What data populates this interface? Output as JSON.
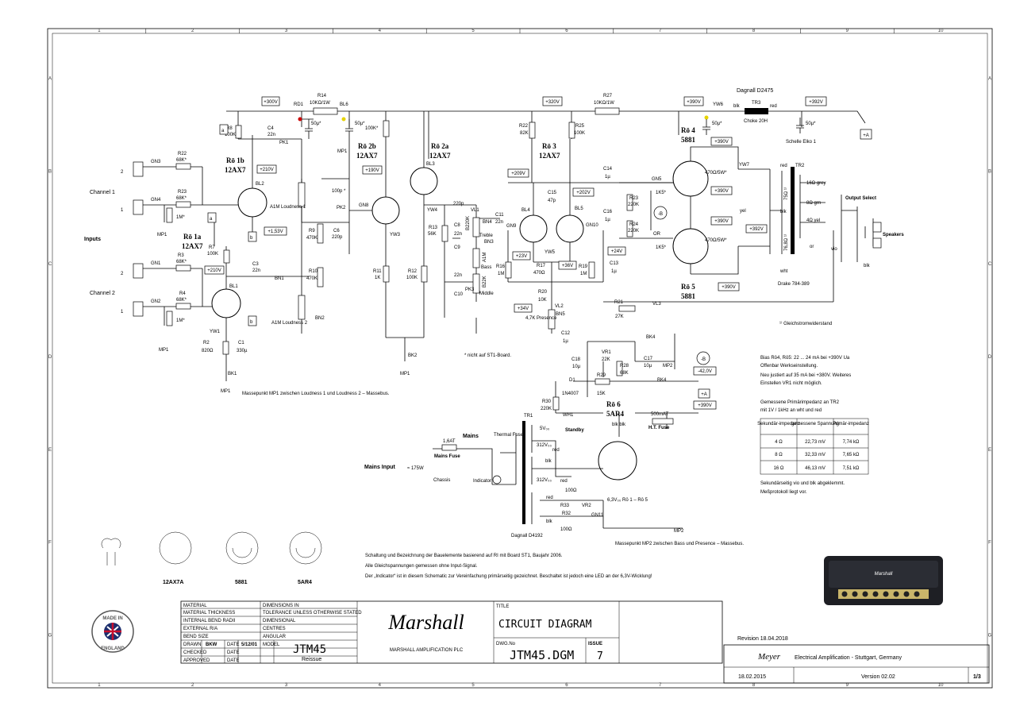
{
  "border": {
    "cols": [
      "1",
      "2",
      "3",
      "4",
      "5",
      "6",
      "7",
      "8",
      "9",
      "10"
    ],
    "rows": [
      "A",
      "B",
      "C",
      "D",
      "E",
      "F",
      "G"
    ]
  },
  "supply": {
    "v300": "+300V",
    "v320": "+320V",
    "v390a": "+390V",
    "v392": "+392V",
    "r14": "R14",
    "r14v": "10KΩ/1W",
    "r27": "R27",
    "r27v": "10KΩ/1W",
    "rd1": "RD1",
    "bl6": "BL6",
    "cap50a": "50µ*",
    "cap50b": "50µ*",
    "cap50c": "50µ*",
    "cap50d": "50µ*",
    "yw6": "YW6",
    "tr3": "TR3",
    "choke": "Choke 20H",
    "dagnall": "Dagnall D2475",
    "blk": "blk",
    "red": "red",
    "schelle": "Schelle Elko 1",
    "plusA": "+A"
  },
  "preamp": {
    "inputs": "Inputs",
    "ch1": "Channel 1",
    "ch2": "Channel 2",
    "gn3": "GN3",
    "gn4": "GN4",
    "gn1": "GN1",
    "gn2": "GN2",
    "r22": "R22",
    "r22v": "68K*",
    "r23": "R23",
    "r23v": "68K*",
    "r1m": "1M*",
    "r3": "R3",
    "r3v": "68K*",
    "r4": "R4",
    "r4v": "68K*",
    "r1m2": "1M*",
    "v1b_name": "Rō 1b",
    "v1b_type": "12AX7",
    "v1a_name": "Rō 1a",
    "v1a_type": "12AX7",
    "v2b_name": "Rō 2b",
    "v2b_type": "12AX7",
    "v2a_name": "Rō 2a",
    "v2a_type": "12AX7",
    "bl2": "BL2",
    "bl1": "BL1",
    "bl3": "BL3",
    "r8": "R8",
    "r8v": "100K",
    "c4": "C4",
    "c4v": "22n",
    "pk1": "PK1",
    "v210a": "+210V",
    "v153": "+1,53V",
    "v210b": "+210V",
    "v190": "+190V",
    "r7": "R7",
    "r7v": "100K",
    "c3": "C3",
    "c3v": "22n",
    "bn1": "BN1",
    "loud1": "A1M Loudness 1",
    "loud2": "A1M Loudness 2",
    "pk2": "PK2",
    "c100p": "100p *",
    "c6": "C6",
    "c6v": "220p",
    "r9": "R9",
    "r9v": "470K",
    "r10": "R10",
    "r10v": "470K",
    "bn2": "BN2",
    "r2": "R2",
    "r2v": "820Ω",
    "c1": "C1",
    "c1v": "330µ",
    "yw1": "YW1",
    "bk1": "BK1",
    "gn8": "GN8",
    "yw3": "YW3",
    "r100k": "100K*",
    "r11": "R11",
    "r11v": "1K",
    "r12": "R12",
    "r12v": "100K",
    "bk2": "BK2",
    "mp1": "MP1",
    "massepunkt1": "Massepunkt MP1 zwischen Loudness 1 und Loudness 2 – Massebus."
  },
  "tonestack": {
    "yw4": "YW4",
    "c220p": "220p",
    "vl1": "VL1",
    "c11": "C11",
    "c11v": "22n",
    "r13": "R13",
    "r13v": "56K",
    "c8": "C8",
    "c8v": "22n",
    "bn4": "BN4",
    "b220k": "B220K",
    "treble": "Treble",
    "bn3": "BN3",
    "c9": "C9",
    "a1m": "A1M",
    "bass": "Bass",
    "c22n": "22n",
    "b22k": "B22K",
    "c10": "C10",
    "pk3": "PK3",
    "middle": "Middle",
    "note": "* nicht auf ST1-Board."
  },
  "pi": {
    "r22": "R22",
    "r22v": "82K",
    "r25": "R25",
    "r25v": "100K",
    "v3_name": "Rō 3",
    "v3_type": "12AX7",
    "v209": "+209V",
    "v202": "+202V",
    "c15": "C15",
    "c15v": "47p",
    "c14": "C14",
    "c14v": "1µ",
    "c16": "C16",
    "c16v": "1µ",
    "bl4": "BL4",
    "bl5": "BL5",
    "gn9": "GN9",
    "gn10": "GN10",
    "yw5": "YW5",
    "v23": "+23V",
    "v36": "+36V",
    "v24": "+24V",
    "v34": "+34V",
    "r16": "R16",
    "r16v": "1M",
    "r17": "R17",
    "r17v": "470Ω",
    "r19": "R19",
    "r19v": "1M",
    "c13": "C13",
    "c13v": "1µ",
    "r20": "R20",
    "r20v": "10K",
    "vl2": "VL2",
    "presence": "4,7K Presence",
    "bn5": "BN5",
    "c12": "C12",
    "c12v": "1µ",
    "r21": "R21",
    "r21v": "27K",
    "vl3": "VL3"
  },
  "power": {
    "v4_name": "Rō 4",
    "v4_type": "5881",
    "v5_name": "Rō 5",
    "v5_type": "5881",
    "gn5": "GN5",
    "r1k5a": "1K5*",
    "r23": "R23",
    "r23v": "220K",
    "r24": "R24",
    "r24v": "220K",
    "or": "OR",
    "r1k5b": "1K5*",
    "minusB": "-B",
    "v390b": "+390V",
    "v390c": "+390V",
    "v390d": "+390V",
    "v390e": "+390V",
    "r470a": "470Ω/5W*",
    "r470b": "470Ω/5W*",
    "yw7": "YW7",
    "yel": "yel",
    "tr2": "TR2",
    "red": "red",
    "blk": "blk",
    "wht": "wht",
    "v392": "+392V",
    "ohm75": "75Ω ¹⁾",
    "ohm76": "76,8Ω ¹⁾",
    "o16": "16Ω grey",
    "o8": "8Ω grn",
    "o4": "4Ω yel",
    "or2": "or",
    "vio": "vio",
    "blk2": "blk",
    "outsel": "Output Select",
    "speakers": "Speakers",
    "drake": "Drake 784-389",
    "gleich": "¹⁾ Gleichstromwiderstand"
  },
  "rectifier": {
    "vr1": "VR1",
    "vr1v": "22K",
    "c18": "C18",
    "c18v": "10µ",
    "c17": "C17",
    "c17v": "10µ",
    "r28": "R28",
    "r28v": "68K",
    "bk4": "BK4",
    "mp2": "MP2",
    "bk4b": "BK4",
    "minusB": "-B",
    "v42": "-42,0V",
    "d1": "D1",
    "d1v": "1N4007",
    "r29": "R29",
    "r29v": "15K",
    "r30": "R30",
    "r30v": "220K",
    "wh1": "WH1",
    "v6_name": "Rō 6",
    "v6_type": "5AR4",
    "blkblk": "blk blk",
    "fuse500": "500mAT",
    "htfuse": "H.T. Fuse",
    "plusA": "+A",
    "v390": "+390V",
    "tr1": "TR1",
    "s5": "5V₀₀",
    "standby": "Standby",
    "red1": "red",
    "blk1": "blk",
    "v312a": "312V₀₀",
    "v312b": "312V₀₀",
    "red2": "red",
    "thermal": "Thermal Fuse",
    "mains": "Mains",
    "mainsfuse": "Mains Fuse",
    "fuse16": "1,6AT",
    "mainsinput": "Mains Input",
    "w175": "≈ 175W",
    "chassis": "Chassis",
    "indicator": "Indicator",
    "r100a": "100Ω",
    "r33": "R33",
    "vr2": "VR2",
    "r32": "R32",
    "r100b": "100Ω",
    "red3": "red",
    "blk3": "blk",
    "gn11": "GN11",
    "v63": "6,3V₀₀ Rō 1 – Rō 5",
    "dagnall": "Dagnall D4192",
    "mp2b": "MP2",
    "massepunkt2": "Massepunkt MP2 zwischen Bass und Presence – Massebus."
  },
  "notes": {
    "line1": "Schaltung und Bezeichnung der Bauelemente basierend auf RI mit Board ST1, Baujahr 2006.",
    "line2": "Alle Gleichspannungen gemessen ohne Input-Signal.",
    "line3": "Der „Indicator“ ist in diesem Schematic zur Vereinfachung primärseitig gezeichnet. Beschaltet ist jedoch eine LED an der 6,3V-Wicklung!",
    "bias1": "Bias Rō4, Rō5: 22 ... 24 mA bei +390V Ua",
    "bias2": "Offenbar Werkseinstellung.",
    "bias3": "Neu justiert auf 35 mA bei +380V. Weiteres",
    "bias4": "Einstellen VR1 nicht möglich.",
    "imp1": "Gemessene Primärimpedanz an TR2",
    "imp2": "mit 1V / 1kHz an wht und red",
    "after1": "Sekundärseitig vio und blk abgeklemmt.",
    "after2": "Meßprotokoll liegt vor."
  },
  "impedance_table": {
    "headers": [
      "Sekundär-impedanz",
      "gemessene Spannung",
      "Primär-impedanz"
    ],
    "rows": [
      [
        "4 Ω",
        "22,73 mV",
        "7,74 kΩ"
      ],
      [
        "8 Ω",
        "32,33 mV",
        "7,65 kΩ"
      ],
      [
        "16 Ω",
        "46,13 mV",
        "7,51 kΩ"
      ]
    ]
  },
  "pinouts": {
    "p12ax7": "12AX7A",
    "p5881": "5881",
    "p5ar4": "5AR4"
  },
  "titleblock": {
    "material": "MATERIAL",
    "thickness": "MATERIAL THICKNESS",
    "bend": "INTERNAL BEND RADII",
    "external": "EXTERNAL R/A",
    "bendsize": "BEND SIZE",
    "dims": "DIMENSIONS IN",
    "tol": "TOLERANCE UNLESS OTHERWISE STATED",
    "dimensional": "DIMENSIONAL",
    "centres": "CENTRES",
    "angular": "ANGULAR",
    "drawn": "DRAWN",
    "drawnby": "BKW",
    "date": "DATE",
    "drawndate": "5/12/01",
    "model": "MODEL",
    "checked": "CHECKED",
    "approved": "APPROVED",
    "date2": "DATE",
    "date3": "DATE",
    "jtm45": "JTM45",
    "reissue": "Reissue",
    "marshall": "Marshall",
    "company": "MARSHALL AMPLIFICATION PLC",
    "title_label": "TITLE",
    "title": "CIRCUIT DIAGRAM",
    "dwg_label": "DWG.No",
    "dwg": "JTM45.DGM",
    "issue_label": "ISSUE",
    "issue": "7",
    "revision": "Revision 18.04.2018",
    "meyer": "Meyer",
    "meyer_text": "Electrical Amplification - Stuttgart, Germany",
    "date_meyer": "18.02.2015",
    "version": "Version 02.02",
    "page": "1/3",
    "badge1": "MADE IN",
    "badge2": "ENGLAND"
  }
}
